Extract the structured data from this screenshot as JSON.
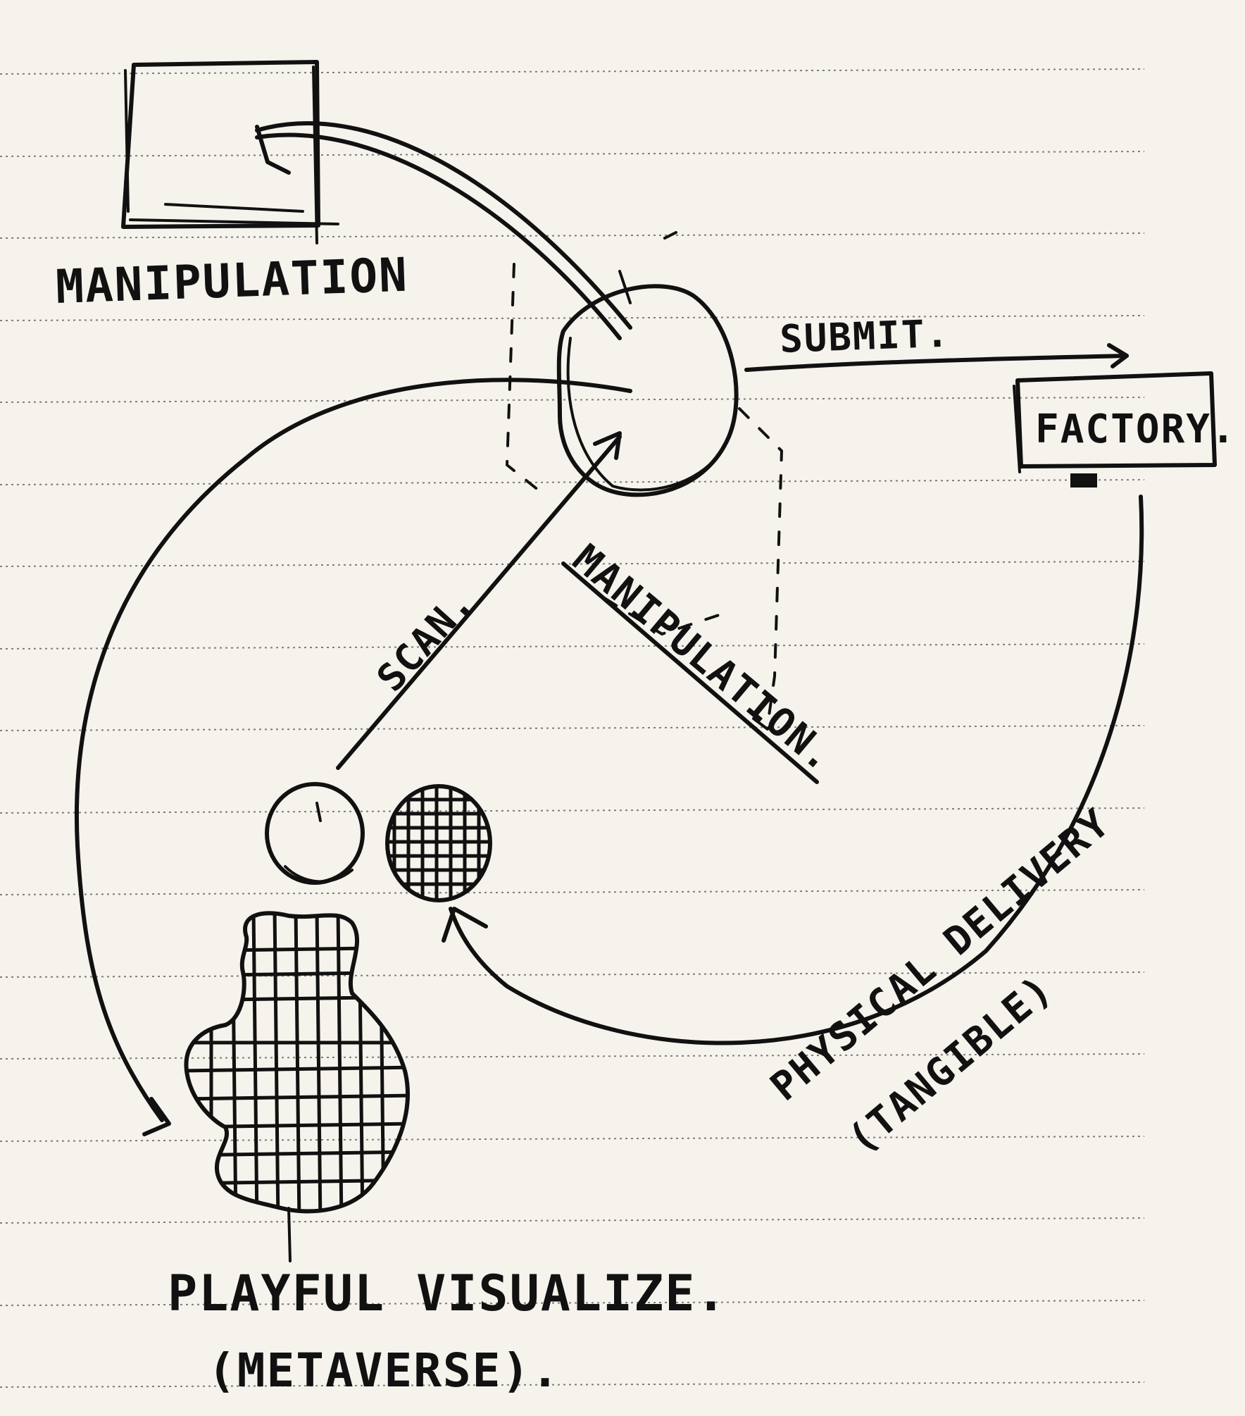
{
  "labels": {
    "manipulation_top": "MANIPULATION",
    "submit": "SUBMIT.",
    "factory": "FACTORY.",
    "scan": "SCAN.",
    "manipulation_diag": "MANIPULATION.",
    "physical_delivery": "PHYSICAL DELIVERY",
    "tangible": "(TANGIBLE)",
    "playful_visualize": "PLAYFUL VISUALIZE.",
    "metaverse": "(METAVERSE)."
  },
  "colors": {
    "ink": "#111111",
    "paper": "#f6f3ec",
    "rule": "#7d7d7d"
  }
}
